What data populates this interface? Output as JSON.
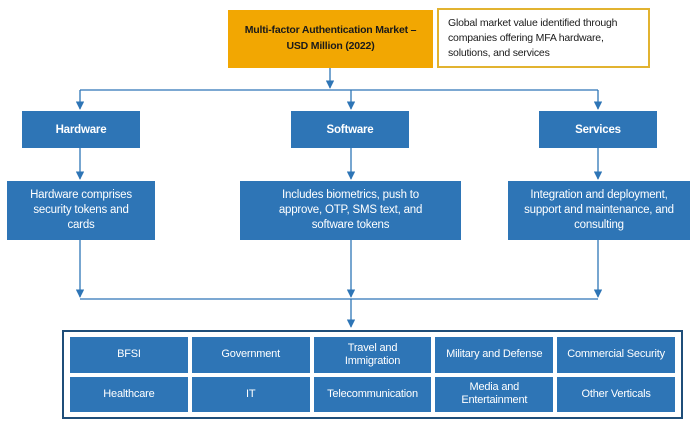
{
  "colors": {
    "blue": "#2E75B6",
    "amber": "#F2A702",
    "gold": "#E2B330",
    "navy": "#1F4E79",
    "line": "#2E75B6",
    "text_dark": "#1A1A1A"
  },
  "header": {
    "title_line1": "Multi-factor Authentication Market –",
    "title_line2": "USD Million (2022)",
    "note": "Global market value identified through companies offering MFA hardware, solutions, and services"
  },
  "segments": [
    {
      "name": "Hardware",
      "description": "Hardware comprises security tokens and cards"
    },
    {
      "name": "Software",
      "description": "Includes biometrics, push to approve, OTP, SMS text, and software tokens"
    },
    {
      "name": "Services",
      "description": "Integration and deployment, support and maintenance, and consulting"
    }
  ],
  "verticals": {
    "row1": [
      "BFSI",
      "Government",
      "Travel and Immigration",
      "Military and Defense",
      "Commercial Security"
    ],
    "row2": [
      "Healthcare",
      "IT",
      "Telecommunication",
      "Media and Entertainment",
      "Other Verticals"
    ]
  }
}
